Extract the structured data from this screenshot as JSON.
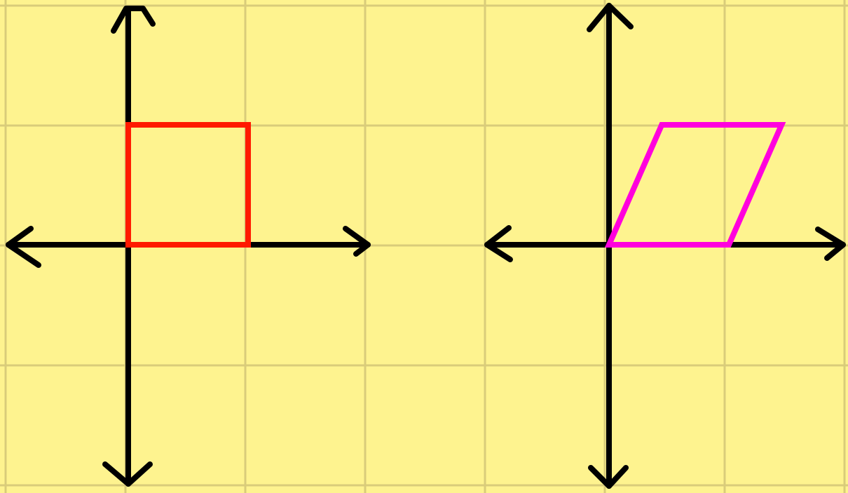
{
  "canvas": {
    "background_color": "#fef38f",
    "grid_color": "#d9cc7a",
    "grid_step": 1
  },
  "diagrams": [
    {
      "id": "left",
      "axis_color": "#000000",
      "shape": {
        "kind": "square",
        "color": "#ff1a00",
        "vertices": [
          [
            0,
            0
          ],
          [
            1,
            0
          ],
          [
            1,
            1
          ],
          [
            0,
            1
          ]
        ]
      }
    },
    {
      "id": "right",
      "axis_color": "#000000",
      "shape": {
        "kind": "parallelogram",
        "color": "#ff00dd",
        "vertices": [
          [
            0,
            0
          ],
          [
            1,
            0
          ],
          [
            1.44,
            1
          ],
          [
            0.44,
            1
          ]
        ]
      }
    }
  ]
}
